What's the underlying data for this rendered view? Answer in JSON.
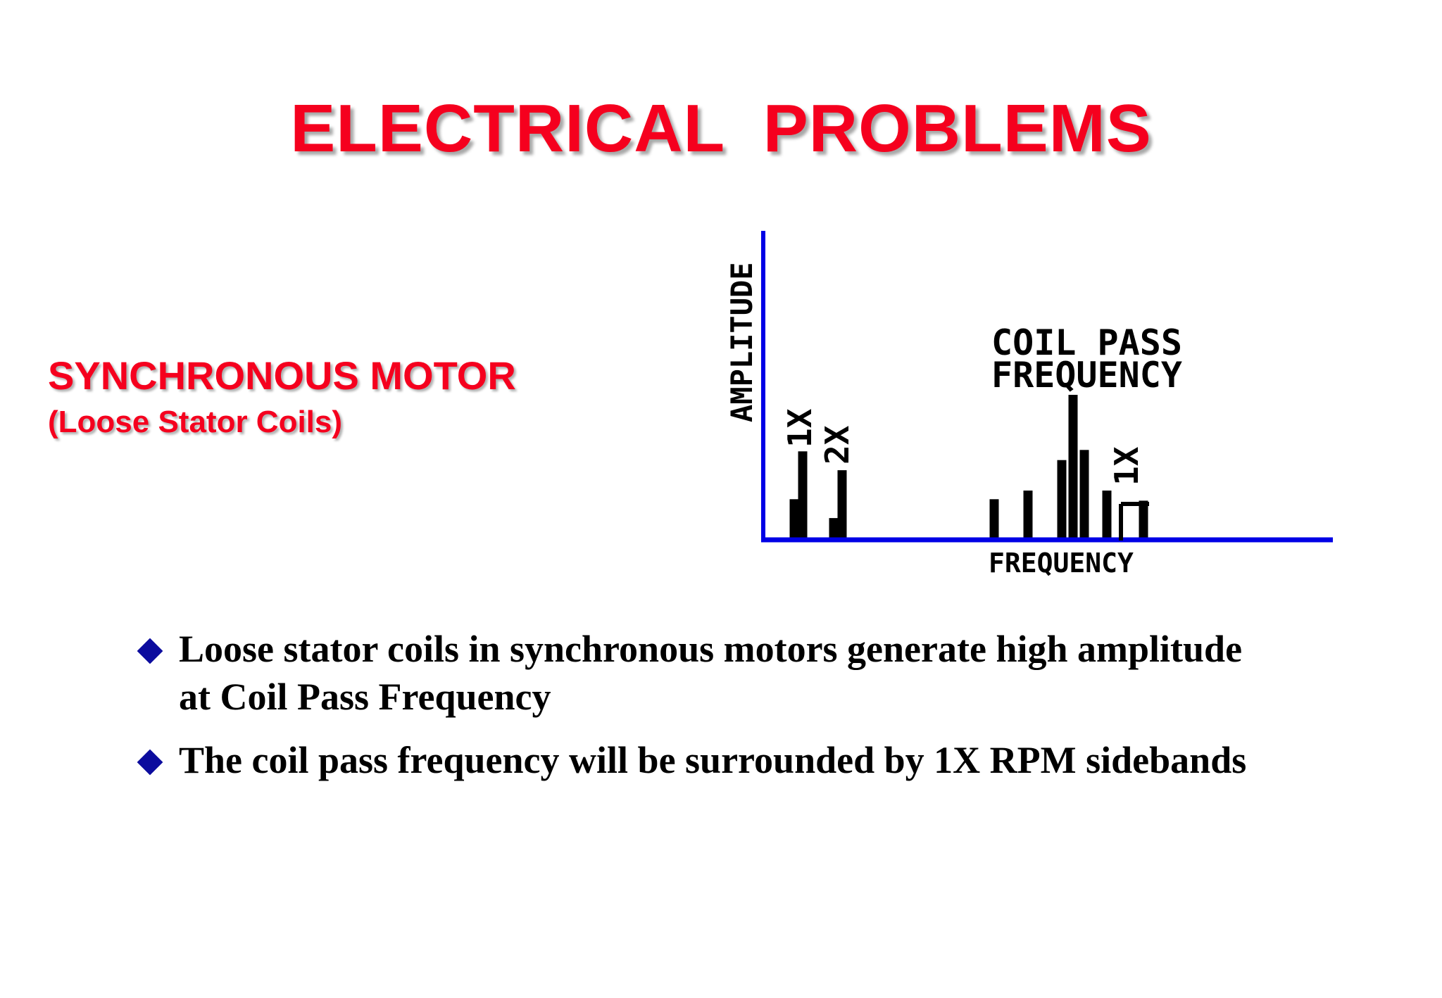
{
  "slide": {
    "title": "ELECTRICAL  PROBLEMS",
    "subtitle": {
      "line1": "SYNCHRONOUS MOTOR",
      "line2": "(Loose Stator Coils)"
    },
    "bullets": [
      "Loose stator coils in synchronous motors generate high amplitude at Coil Pass Frequency",
      "The coil pass frequency will be surrounded by 1X RPM sidebands"
    ],
    "colors": {
      "title": "#f5001e",
      "axis": "#0000e6",
      "bars": "#000000",
      "bullet_marker": "#0c0c9e"
    },
    "bullet_icon": "diamond-icon"
  },
  "chart_data": {
    "type": "bar",
    "ylabel": "AMPLITUDE",
    "xlabel": "FREQUENCY",
    "annotation": [
      "COIL PASS",
      "FREQUENCY"
    ],
    "peak_labels": [
      "1X",
      "2X",
      "1X"
    ],
    "xlim": [
      0,
      10
    ],
    "ylim": [
      0,
      10
    ],
    "bars": [
      {
        "x": 0.55,
        "y": 2.8
      },
      {
        "x": 0.7,
        "y": 6.1
      },
      {
        "x": 1.25,
        "y": 1.5
      },
      {
        "x": 1.4,
        "y": 4.8
      },
      {
        "x": 4.1,
        "y": 2.8
      },
      {
        "x": 4.7,
        "y": 3.4
      },
      {
        "x": 5.3,
        "y": 5.5
      },
      {
        "x": 5.5,
        "y": 10.0
      },
      {
        "x": 5.7,
        "y": 6.2
      },
      {
        "x": 6.1,
        "y": 3.4
      },
      {
        "x": 6.75,
        "y": 2.7
      }
    ],
    "grid": false
  }
}
